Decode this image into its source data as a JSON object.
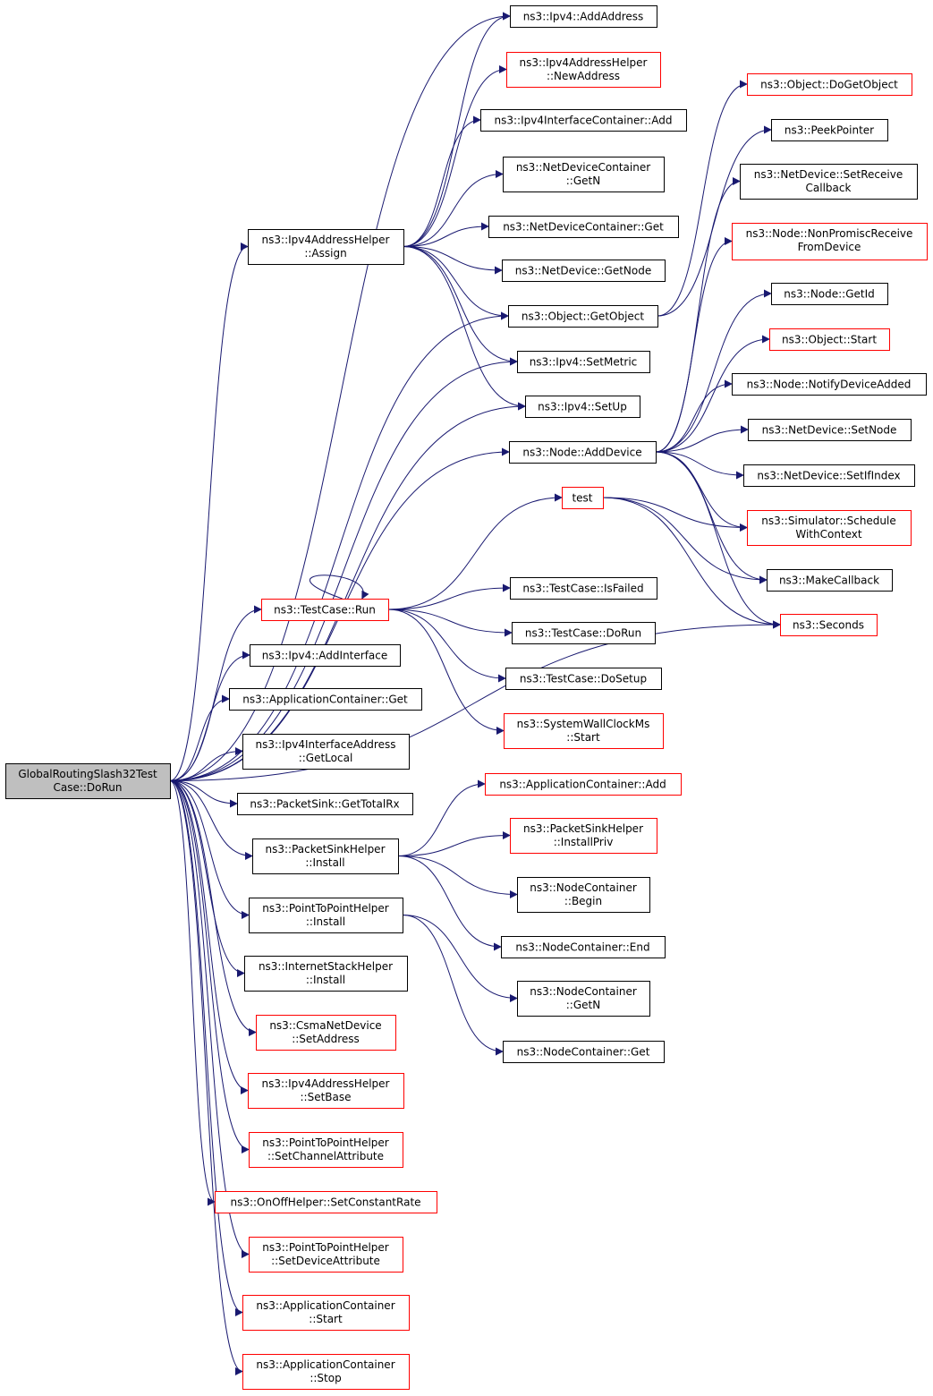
{
  "colors": {
    "edge": "#191970",
    "border_default": "#000000",
    "border_linked": "#ff0000",
    "root_fill": "#bfbfbf",
    "node_fill": "#ffffff"
  },
  "nodes": [
    {
      "id": "root",
      "lines": [
        "GlobalRoutingSlash32Test",
        "Case::DoRun"
      ],
      "style": "root"
    },
    {
      "id": "ipv4_addaddress",
      "lines": [
        "ns3::Ipv4::AddAddress"
      ],
      "style": "default"
    },
    {
      "id": "ipv4addrhelper_newaddress",
      "lines": [
        "ns3::Ipv4AddressHelper",
        "::NewAddress"
      ],
      "style": "linked"
    },
    {
      "id": "ipv4ifcontainer_add",
      "lines": [
        "ns3::Ipv4InterfaceContainer::Add"
      ],
      "style": "default"
    },
    {
      "id": "netdevcontainer_getn",
      "lines": [
        "ns3::NetDeviceContainer",
        "::GetN"
      ],
      "style": "default"
    },
    {
      "id": "netdevcontainer_get",
      "lines": [
        "ns3::NetDeviceContainer::Get"
      ],
      "style": "default"
    },
    {
      "id": "netdevice_getnode",
      "lines": [
        "ns3::NetDevice::GetNode"
      ],
      "style": "default"
    },
    {
      "id": "ipv4addrhelper_assign",
      "lines": [
        "ns3::Ipv4AddressHelper",
        "::Assign"
      ],
      "style": "default"
    },
    {
      "id": "object_getobject",
      "lines": [
        "ns3::Object::GetObject"
      ],
      "style": "default"
    },
    {
      "id": "ipv4_setmetric",
      "lines": [
        "ns3::Ipv4::SetMetric"
      ],
      "style": "default"
    },
    {
      "id": "ipv4_setup",
      "lines": [
        "ns3::Ipv4::SetUp"
      ],
      "style": "default"
    },
    {
      "id": "node_adddevice",
      "lines": [
        "ns3::Node::AddDevice"
      ],
      "style": "default"
    },
    {
      "id": "test",
      "lines": [
        "test"
      ],
      "style": "linked"
    },
    {
      "id": "testcase_run",
      "lines": [
        "ns3::TestCase::Run"
      ],
      "style": "linked"
    },
    {
      "id": "testcase_isfailed",
      "lines": [
        "ns3::TestCase::IsFailed"
      ],
      "style": "default"
    },
    {
      "id": "testcase_dorun",
      "lines": [
        "ns3::TestCase::DoRun"
      ],
      "style": "default"
    },
    {
      "id": "testcase_dosetup",
      "lines": [
        "ns3::TestCase::DoSetup"
      ],
      "style": "default"
    },
    {
      "id": "systemwallclock_start",
      "lines": [
        "ns3::SystemWallClockMs",
        "::Start"
      ],
      "style": "linked"
    },
    {
      "id": "ipv4_addinterface",
      "lines": [
        "ns3::Ipv4::AddInterface"
      ],
      "style": "default"
    },
    {
      "id": "appcontainer_get",
      "lines": [
        "ns3::ApplicationContainer::Get"
      ],
      "style": "default"
    },
    {
      "id": "ipv4ifaddress_getlocal",
      "lines": [
        "ns3::Ipv4InterfaceAddress",
        "::GetLocal"
      ],
      "style": "default"
    },
    {
      "id": "packetsink_gettotalrx",
      "lines": [
        "ns3::PacketSink::GetTotalRx"
      ],
      "style": "default"
    },
    {
      "id": "packetsinkhelper_install",
      "lines": [
        "ns3::PacketSinkHelper",
        "::Install"
      ],
      "style": "default"
    },
    {
      "id": "p2phelper_install",
      "lines": [
        "ns3::PointToPointHelper",
        "::Install"
      ],
      "style": "default"
    },
    {
      "id": "internetstackhelper_install",
      "lines": [
        "ns3::InternetStackHelper",
        "::Install"
      ],
      "style": "default"
    },
    {
      "id": "csmanetdevice_setaddress",
      "lines": [
        "ns3::CsmaNetDevice",
        "::SetAddress"
      ],
      "style": "linked"
    },
    {
      "id": "ipv4addrhelper_setbase",
      "lines": [
        "ns3::Ipv4AddressHelper",
        "::SetBase"
      ],
      "style": "linked"
    },
    {
      "id": "p2phelper_setchannelattr",
      "lines": [
        "ns3::PointToPointHelper",
        "::SetChannelAttribute"
      ],
      "style": "linked"
    },
    {
      "id": "onoffhelper_setconstantrate",
      "lines": [
        "ns3::OnOffHelper::SetConstantRate"
      ],
      "style": "linked"
    },
    {
      "id": "p2phelper_setdeviceattr",
      "lines": [
        "ns3::PointToPointHelper",
        "::SetDeviceAttribute"
      ],
      "style": "linked"
    },
    {
      "id": "appcontainer_start",
      "lines": [
        "ns3::ApplicationContainer",
        "::Start"
      ],
      "style": "linked"
    },
    {
      "id": "appcontainer_stop",
      "lines": [
        "ns3::ApplicationContainer",
        "::Stop"
      ],
      "style": "linked"
    },
    {
      "id": "appcontainer_add",
      "lines": [
        "ns3::ApplicationContainer::Add"
      ],
      "style": "linked"
    },
    {
      "id": "packetsinkhelper_installpriv",
      "lines": [
        "ns3::PacketSinkHelper",
        "::InstallPriv"
      ],
      "style": "linked"
    },
    {
      "id": "nodecontainer_begin",
      "lines": [
        "ns3::NodeContainer",
        "::Begin"
      ],
      "style": "default"
    },
    {
      "id": "nodecontainer_end",
      "lines": [
        "ns3::NodeContainer::End"
      ],
      "style": "default"
    },
    {
      "id": "nodecontainer_getn",
      "lines": [
        "ns3::NodeContainer",
        "::GetN"
      ],
      "style": "default"
    },
    {
      "id": "nodecontainer_get",
      "lines": [
        "ns3::NodeContainer::Get"
      ],
      "style": "default"
    },
    {
      "id": "object_dogetobject",
      "lines": [
        "ns3::Object::DoGetObject"
      ],
      "style": "linked"
    },
    {
      "id": "peekpointer",
      "lines": [
        "ns3::PeekPointer"
      ],
      "style": "default"
    },
    {
      "id": "netdevice_setreceivecallback",
      "lines": [
        "ns3::NetDevice::SetReceive",
        "Callback"
      ],
      "style": "default"
    },
    {
      "id": "node_nonpromiscreceive",
      "lines": [
        "ns3::Node::NonPromiscReceive",
        "FromDevice"
      ],
      "style": "linked"
    },
    {
      "id": "node_getid",
      "lines": [
        "ns3::Node::GetId"
      ],
      "style": "default"
    },
    {
      "id": "object_start",
      "lines": [
        "ns3::Object::Start"
      ],
      "style": "linked"
    },
    {
      "id": "node_notifydeviceadded",
      "lines": [
        "ns3::Node::NotifyDeviceAdded"
      ],
      "style": "default"
    },
    {
      "id": "netdevice_setnode",
      "lines": [
        "ns3::NetDevice::SetNode"
      ],
      "style": "default"
    },
    {
      "id": "netdevice_setifindex",
      "lines": [
        "ns3::NetDevice::SetIfIndex"
      ],
      "style": "default"
    },
    {
      "id": "simulator_schedulewithcontext",
      "lines": [
        "ns3::Simulator::Schedule",
        "WithContext"
      ],
      "style": "linked"
    },
    {
      "id": "makecallback",
      "lines": [
        "ns3::MakeCallback"
      ],
      "style": "default"
    },
    {
      "id": "seconds",
      "lines": [
        "ns3::Seconds"
      ],
      "style": "linked"
    }
  ],
  "edges": [
    [
      "root",
      "ipv4_addaddress"
    ],
    [
      "root",
      "ipv4addrhelper_assign"
    ],
    [
      "root",
      "object_getobject"
    ],
    [
      "root",
      "ipv4_setmetric"
    ],
    [
      "root",
      "ipv4_setup"
    ],
    [
      "root",
      "node_adddevice"
    ],
    [
      "root",
      "seconds"
    ],
    [
      "root",
      "testcase_run"
    ],
    [
      "root",
      "ipv4_addinterface"
    ],
    [
      "root",
      "appcontainer_get"
    ],
    [
      "root",
      "ipv4ifaddress_getlocal"
    ],
    [
      "root",
      "packetsink_gettotalrx"
    ],
    [
      "root",
      "packetsinkhelper_install"
    ],
    [
      "root",
      "p2phelper_install"
    ],
    [
      "root",
      "internetstackhelper_install"
    ],
    [
      "root",
      "csmanetdevice_setaddress"
    ],
    [
      "root",
      "ipv4addrhelper_setbase"
    ],
    [
      "root",
      "p2phelper_setchannelattr"
    ],
    [
      "root",
      "onoffhelper_setconstantrate"
    ],
    [
      "root",
      "p2phelper_setdeviceattr"
    ],
    [
      "root",
      "appcontainer_start"
    ],
    [
      "root",
      "appcontainer_stop"
    ],
    [
      "ipv4addrhelper_assign",
      "ipv4_addaddress"
    ],
    [
      "ipv4addrhelper_assign",
      "ipv4addrhelper_newaddress"
    ],
    [
      "ipv4addrhelper_assign",
      "ipv4ifcontainer_add"
    ],
    [
      "ipv4addrhelper_assign",
      "netdevcontainer_getn"
    ],
    [
      "ipv4addrhelper_assign",
      "netdevcontainer_get"
    ],
    [
      "ipv4addrhelper_assign",
      "netdevice_getnode"
    ],
    [
      "ipv4addrhelper_assign",
      "object_getobject"
    ],
    [
      "ipv4addrhelper_assign",
      "ipv4_setmetric"
    ],
    [
      "ipv4addrhelper_assign",
      "ipv4_setup"
    ],
    [
      "object_getobject",
      "object_dogetobject"
    ],
    [
      "object_getobject",
      "peekpointer"
    ],
    [
      "node_adddevice",
      "netdevice_setreceivecallback"
    ],
    [
      "node_adddevice",
      "node_nonpromiscreceive"
    ],
    [
      "node_adddevice",
      "node_getid"
    ],
    [
      "node_adddevice",
      "object_start"
    ],
    [
      "node_adddevice",
      "node_notifydeviceadded"
    ],
    [
      "node_adddevice",
      "netdevice_setnode"
    ],
    [
      "node_adddevice",
      "netdevice_setifindex"
    ],
    [
      "node_adddevice",
      "simulator_schedulewithcontext"
    ],
    [
      "node_adddevice",
      "makecallback"
    ],
    [
      "node_adddevice",
      "seconds"
    ],
    [
      "testcase_run",
      "test"
    ],
    [
      "testcase_run",
      "testcase_run"
    ],
    [
      "testcase_run",
      "testcase_isfailed"
    ],
    [
      "testcase_run",
      "testcase_dorun"
    ],
    [
      "testcase_run",
      "testcase_dosetup"
    ],
    [
      "testcase_run",
      "systemwallclock_start"
    ],
    [
      "test",
      "simulator_schedulewithcontext"
    ],
    [
      "test",
      "makecallback"
    ],
    [
      "test",
      "seconds"
    ],
    [
      "packetsinkhelper_install",
      "appcontainer_add"
    ],
    [
      "packetsinkhelper_install",
      "packetsinkhelper_installpriv"
    ],
    [
      "packetsinkhelper_install",
      "nodecontainer_begin"
    ],
    [
      "packetsinkhelper_install",
      "nodecontainer_end"
    ],
    [
      "p2phelper_install",
      "nodecontainer_getn"
    ],
    [
      "p2phelper_install",
      "nodecontainer_get"
    ]
  ]
}
